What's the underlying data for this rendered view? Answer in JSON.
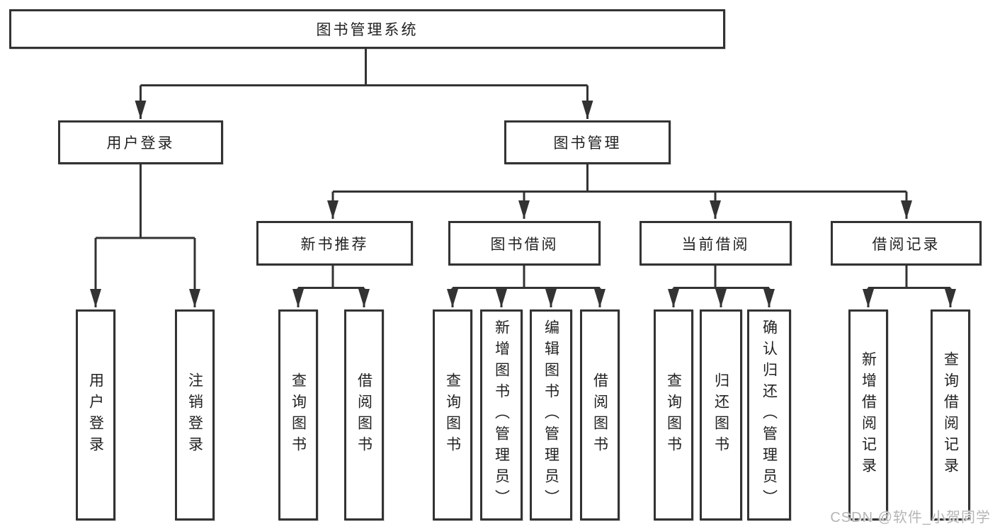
{
  "diagram": {
    "type": "hierarchy-tree",
    "background": "#ffffff",
    "line_color": "#333333",
    "box_border_color": "#333333",
    "text_color": "#222222",
    "root": {
      "label": "图书管理系统"
    },
    "level2": [
      {
        "label": "用户登录",
        "children": [
          {
            "label": "用户登录"
          },
          {
            "label": "注销登录"
          }
        ]
      },
      {
        "label": "图书管理",
        "children": [
          {
            "label": "新书推荐",
            "children": [
              {
                "label": "查询图书"
              },
              {
                "label": "借阅图书"
              }
            ]
          },
          {
            "label": "图书借阅",
            "children": [
              {
                "label": "查询图书"
              },
              {
                "label": "新增图书（管理员）"
              },
              {
                "label": "编辑图书（管理员）"
              },
              {
                "label": "借阅图书"
              }
            ]
          },
          {
            "label": "当前借阅",
            "children": [
              {
                "label": "查询图书"
              },
              {
                "label": "归还图书"
              },
              {
                "label": "确认归还（管理员）"
              }
            ]
          },
          {
            "label": "借阅记录",
            "children": [
              {
                "label": "新增借阅记录"
              },
              {
                "label": "查询借阅记录"
              }
            ]
          }
        ]
      }
    ]
  },
  "watermark": {
    "text": "CSDN @软件_小贺同学",
    "color": "#b5b5b5"
  }
}
